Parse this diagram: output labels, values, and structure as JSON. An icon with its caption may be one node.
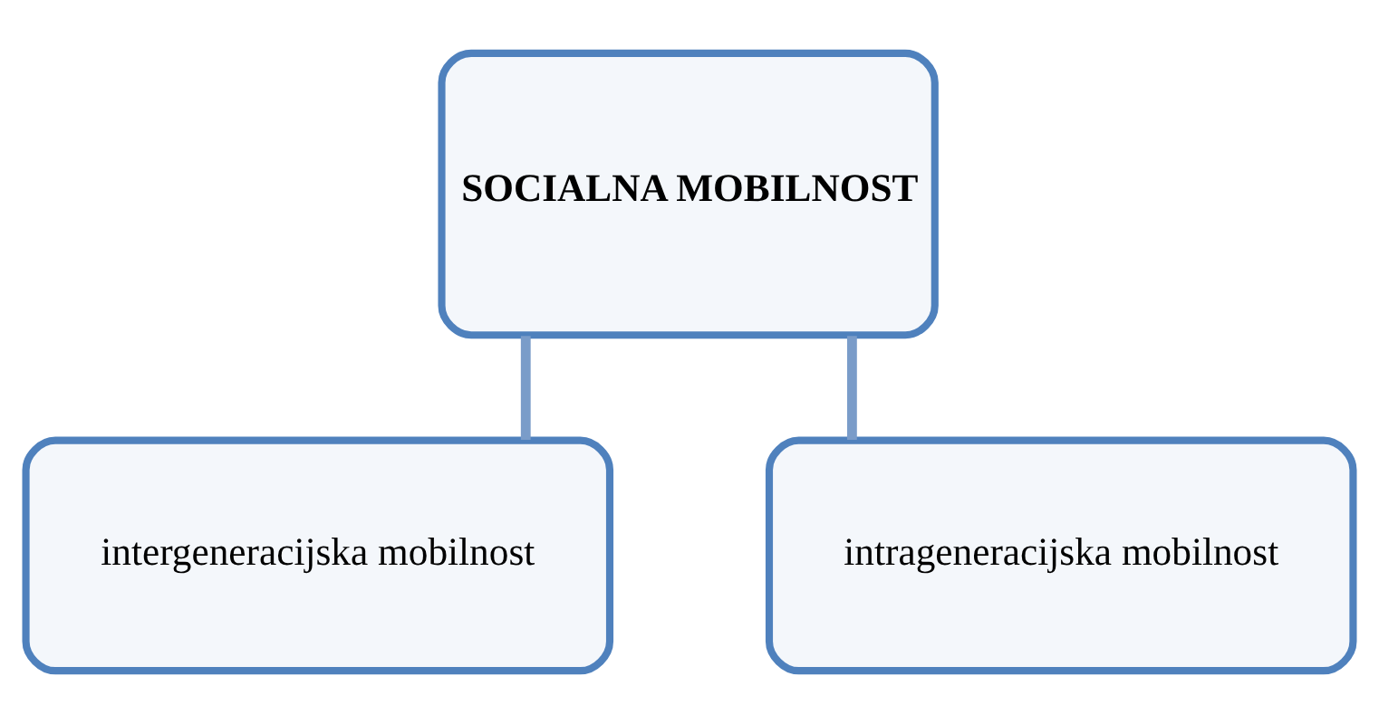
{
  "diagram": {
    "nodes": [
      {
        "text": [
          "SOCIALNA MOBILNOST"
        ]
      },
      {
        "text": [
          "intergeneracijska mobilnost"
        ]
      },
      {
        "text": [
          "intrageneracijska mobilnost"
        ]
      }
    ],
    "edges": [
      {
        "from": 0,
        "to": 1,
        "arrow": "none"
      },
      {
        "from": 0,
        "to": 2,
        "arrow": "none"
      }
    ]
  }
}
